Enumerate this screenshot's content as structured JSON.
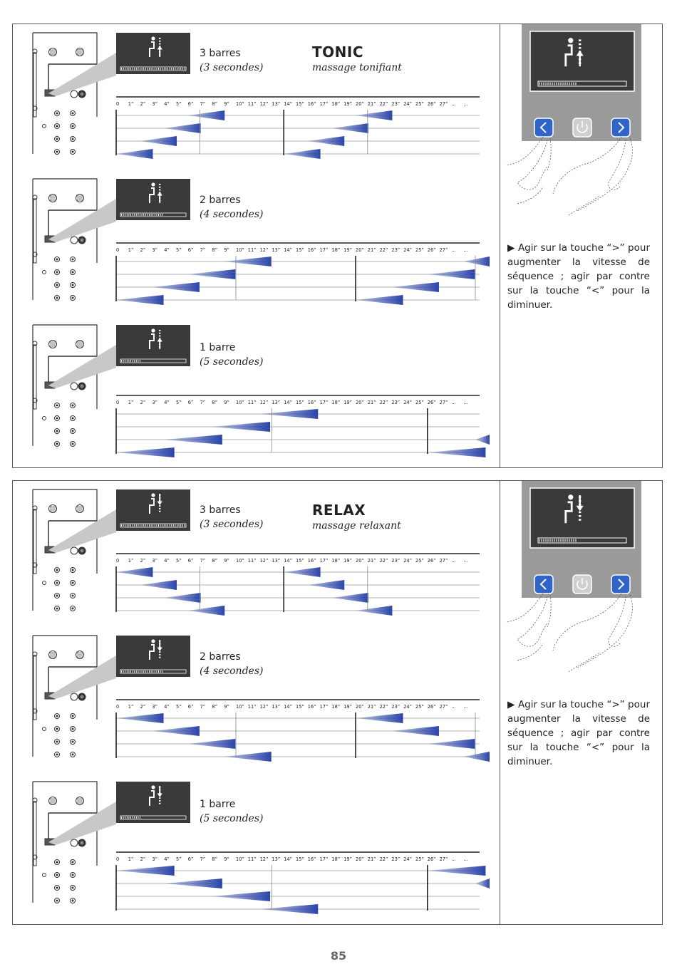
{
  "sections": [
    {
      "title": "TONIC",
      "subtitle": "massage tonifiant",
      "rows": [
        {
          "bars": "3 barres",
          "seconds": "(3 secondes)",
          "bar_count": 3,
          "direction": "up"
        },
        {
          "bars": "2 barres",
          "seconds": "(4 secondes)",
          "bar_count": 2,
          "direction": "up"
        },
        {
          "bars": "1 barre",
          "seconds": "(5 secondes)",
          "bar_count": 1,
          "direction": "up"
        }
      ],
      "note": "▶  Agir sur la touche “>” pour augmenter la vitesse de séquence ; agir par contre sur la touche “<” pour la diminuer.",
      "control_icons": [
        "chevron-left-icon",
        "power-icon",
        "chevron-right-icon"
      ]
    },
    {
      "title": "RELAX",
      "subtitle": "massage relaxant",
      "rows": [
        {
          "bars": "3 barres",
          "seconds": "(3 secondes)",
          "bar_count": 3,
          "direction": "down"
        },
        {
          "bars": "2 barres",
          "seconds": "(4 secondes)",
          "bar_count": 2,
          "direction": "down"
        },
        {
          "bars": "1 barre",
          "seconds": "(5 secondes)",
          "bar_count": 1,
          "direction": "down"
        }
      ],
      "note": "▶  Agir sur la touche “>” pour augmenter la vitesse de séquence ; agir par contre sur la touche “<” pour la diminuer.",
      "control_icons": [
        "chevron-left-icon",
        "power-icon",
        "chevron-right-icon"
      ]
    }
  ],
  "timeline_ticks": [
    "0",
    "1”",
    "2”",
    "3”",
    "4”",
    "5”",
    "6”",
    "7”",
    "8”",
    "9”",
    "10”",
    "11”",
    "12”",
    "13”",
    "14”",
    "15”",
    "16”",
    "17”",
    "18”",
    "19”",
    "20”",
    "21”",
    "22”",
    "23”",
    "24”",
    "25”",
    "26”",
    "27”",
    "...",
    "..."
  ],
  "page_number": "85",
  "colors": {
    "wedge": "#2b45a8",
    "display_bg": "#3a3a3a",
    "button_blue": "#2f64c9",
    "panel_grey": "#9a9a9a"
  }
}
